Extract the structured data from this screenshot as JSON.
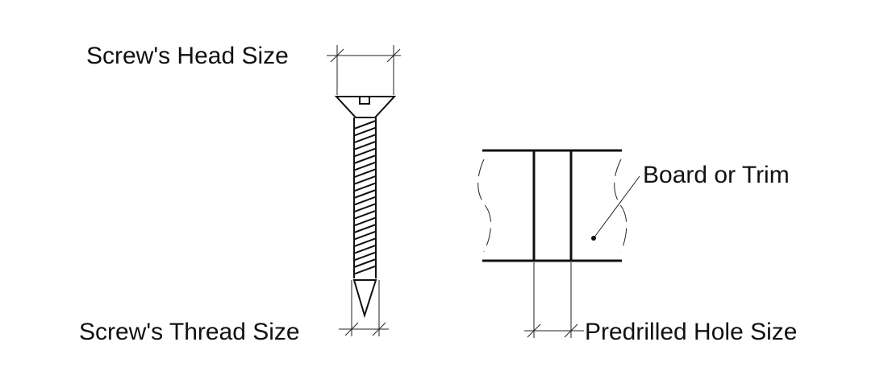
{
  "labels": {
    "head_size": "Screw's Head Size",
    "thread_size": "Screw's Thread Size",
    "board": "Board or Trim",
    "hole_size": "Predrilled Hole Size"
  },
  "colors": {
    "line": "#111111",
    "background": "#ffffff"
  }
}
